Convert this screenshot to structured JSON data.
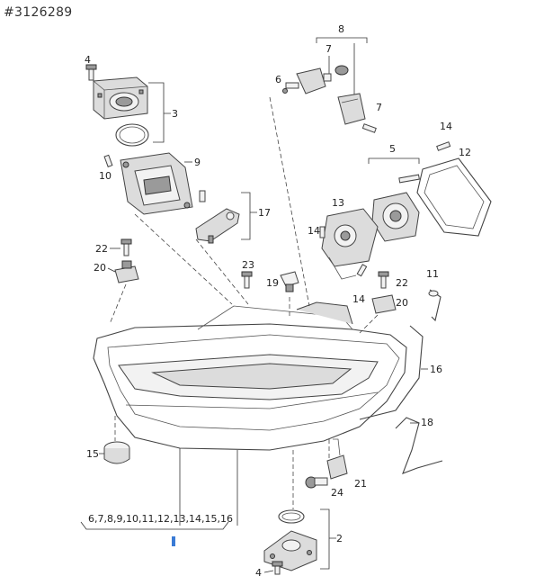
{
  "document": {
    "id": "#3126289"
  },
  "callouts": {
    "c2": "2",
    "c3": "3",
    "c4a": "4",
    "c4b": "4",
    "c5": "5",
    "c6": "6",
    "c7a": "7",
    "c7b": "7",
    "c8": "8",
    "c9": "9",
    "c10": "10",
    "c11": "11",
    "c12": "12",
    "c13": "13",
    "c14a": "14",
    "c14b": "14",
    "c14c": "14",
    "c15": "15",
    "c16": "16",
    "c17": "17",
    "c18": "18",
    "c19": "19",
    "c20a": "20",
    "c20b": "20",
    "c21": "21",
    "c22a": "22",
    "c22b": "22",
    "c23": "23",
    "c24": "24"
  },
  "assembly_note": "6,7,8,9,10,11,12,13,14,15,16",
  "colors": {
    "line": "#444444",
    "highlight": "#3a7bd5"
  }
}
